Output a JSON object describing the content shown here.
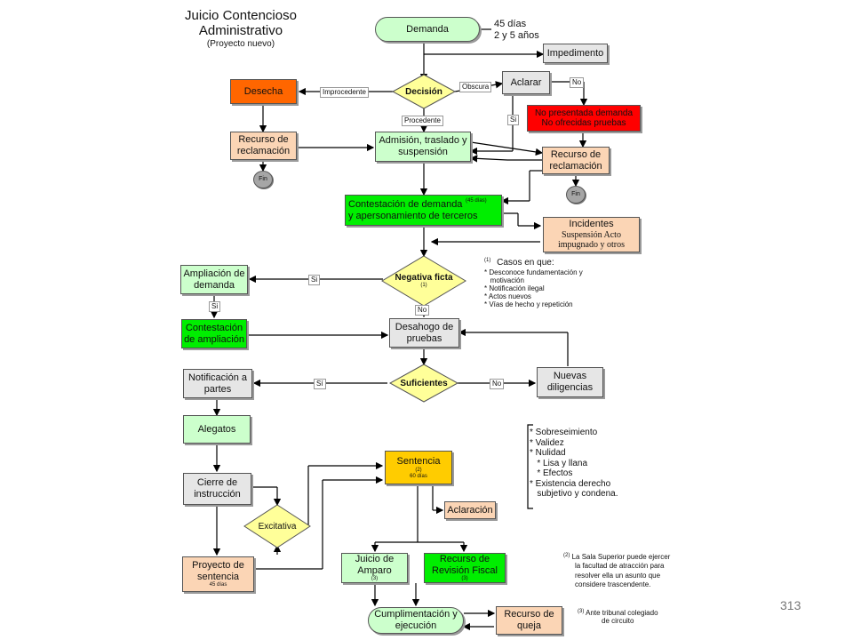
{
  "title": {
    "line1": "Juicio Contencioso",
    "line2": "Administrativo",
    "line3": "(Proyecto nuevo)"
  },
  "top_note": {
    "line1": "45 días",
    "line2": "2 y 5 años"
  },
  "nodes": {
    "demanda": "Demanda",
    "impedimento": "Impedimento",
    "decision": "Decisión",
    "aclarar": "Aclarar",
    "desecha": "Desecha",
    "no_presentada_1": "No presentada demanda",
    "no_presentada_2": "No ofrecidas pruebas",
    "recurso_rec_left_1": "Recurso de",
    "recurso_rec_left_2": "reclamación",
    "admision_1": "Admisión, traslado y",
    "admision_2": "suspensión",
    "recurso_rec_right_1": "Recurso de",
    "recurso_rec_right_2": "reclamación",
    "fin": "Fin",
    "contestacion_1": "Contestación de demanda",
    "contestacion_2": "y apersonamiento de  terceros",
    "contestacion_days": "(45 días)",
    "incidentes_1": "Incidentes",
    "incidentes_2": "Suspensión Acto",
    "incidentes_3": "impugnado y otros",
    "ampliacion_1": "Ampliación de",
    "ampliacion_2": "demanda",
    "negativa_1": "Negativa ficta",
    "negativa_2": "(1)",
    "contest_ampl_1": "Contestación",
    "contest_ampl_2": "de ampliación",
    "desahogo_1": "Desahogo de",
    "desahogo_2": "pruebas",
    "notificacion_1": "Notificación a",
    "notificacion_2": "partes",
    "suficientes": "Suficientes",
    "nuevas_1": "Nuevas",
    "nuevas_2": "diligencias",
    "alegatos": "Alegatos",
    "sentencia": "Sentencia",
    "sentencia_sup": "(2)",
    "sentencia_days": "60 días",
    "cierre_1": "Cierre de",
    "cierre_2": "instrucción",
    "aclaracion": "Aclaración",
    "excitativa": "Excitativa",
    "proyecto_1": "Proyecto de",
    "proyecto_2": "sentencia",
    "proyecto_days": "45 días",
    "amparo_1": "Juicio de",
    "amparo_2": "Amparo",
    "amparo_sup": "(3)",
    "revision_1": "Recurso de",
    "revision_2": "Revisión Fiscal",
    "revision_sup": "(3)",
    "cumplimentacion_1": "Cumplimentación y",
    "cumplimentacion_2": "ejecución",
    "queja_1": "Recurso de",
    "queja_2": "queja"
  },
  "edge_labels": {
    "improcedente": "Improcedente",
    "obscura": "Obscura",
    "procedente": "Procedente",
    "no_aclarar": "No",
    "si_aclarar": "Si",
    "si_negativa": "Si",
    "si_ampliacion": "Si",
    "no_negativa": "No",
    "si_suficientes": "Sí",
    "no_suficientes": "No"
  },
  "casos": {
    "marker": "(1)",
    "heading": "Casos en que:",
    "items": [
      "* Desconoce fundamentación y",
      "   motivación",
      "* Notificación ilegal",
      "* Actos nuevos",
      "* Vías de hecho y repetición"
    ]
  },
  "sentencia_types": [
    "* Sobreseimiento",
    "* Validez",
    "* Nulidad",
    "   * Lisa y llana",
    "   * Efectos",
    "* Existencia derecho",
    "   subjetivo y condena."
  ],
  "note2": {
    "marker": "(2)",
    "lines": [
      "La Sala Superior puede ejercer",
      "la facultad de atracción  para",
      "resolver ella un asunto que",
      "considere trascendente."
    ]
  },
  "note3": {
    "marker": "(3)",
    "line1": "Ante tribunal colegiado",
    "line2": "de circuito"
  },
  "page_number": "313"
}
